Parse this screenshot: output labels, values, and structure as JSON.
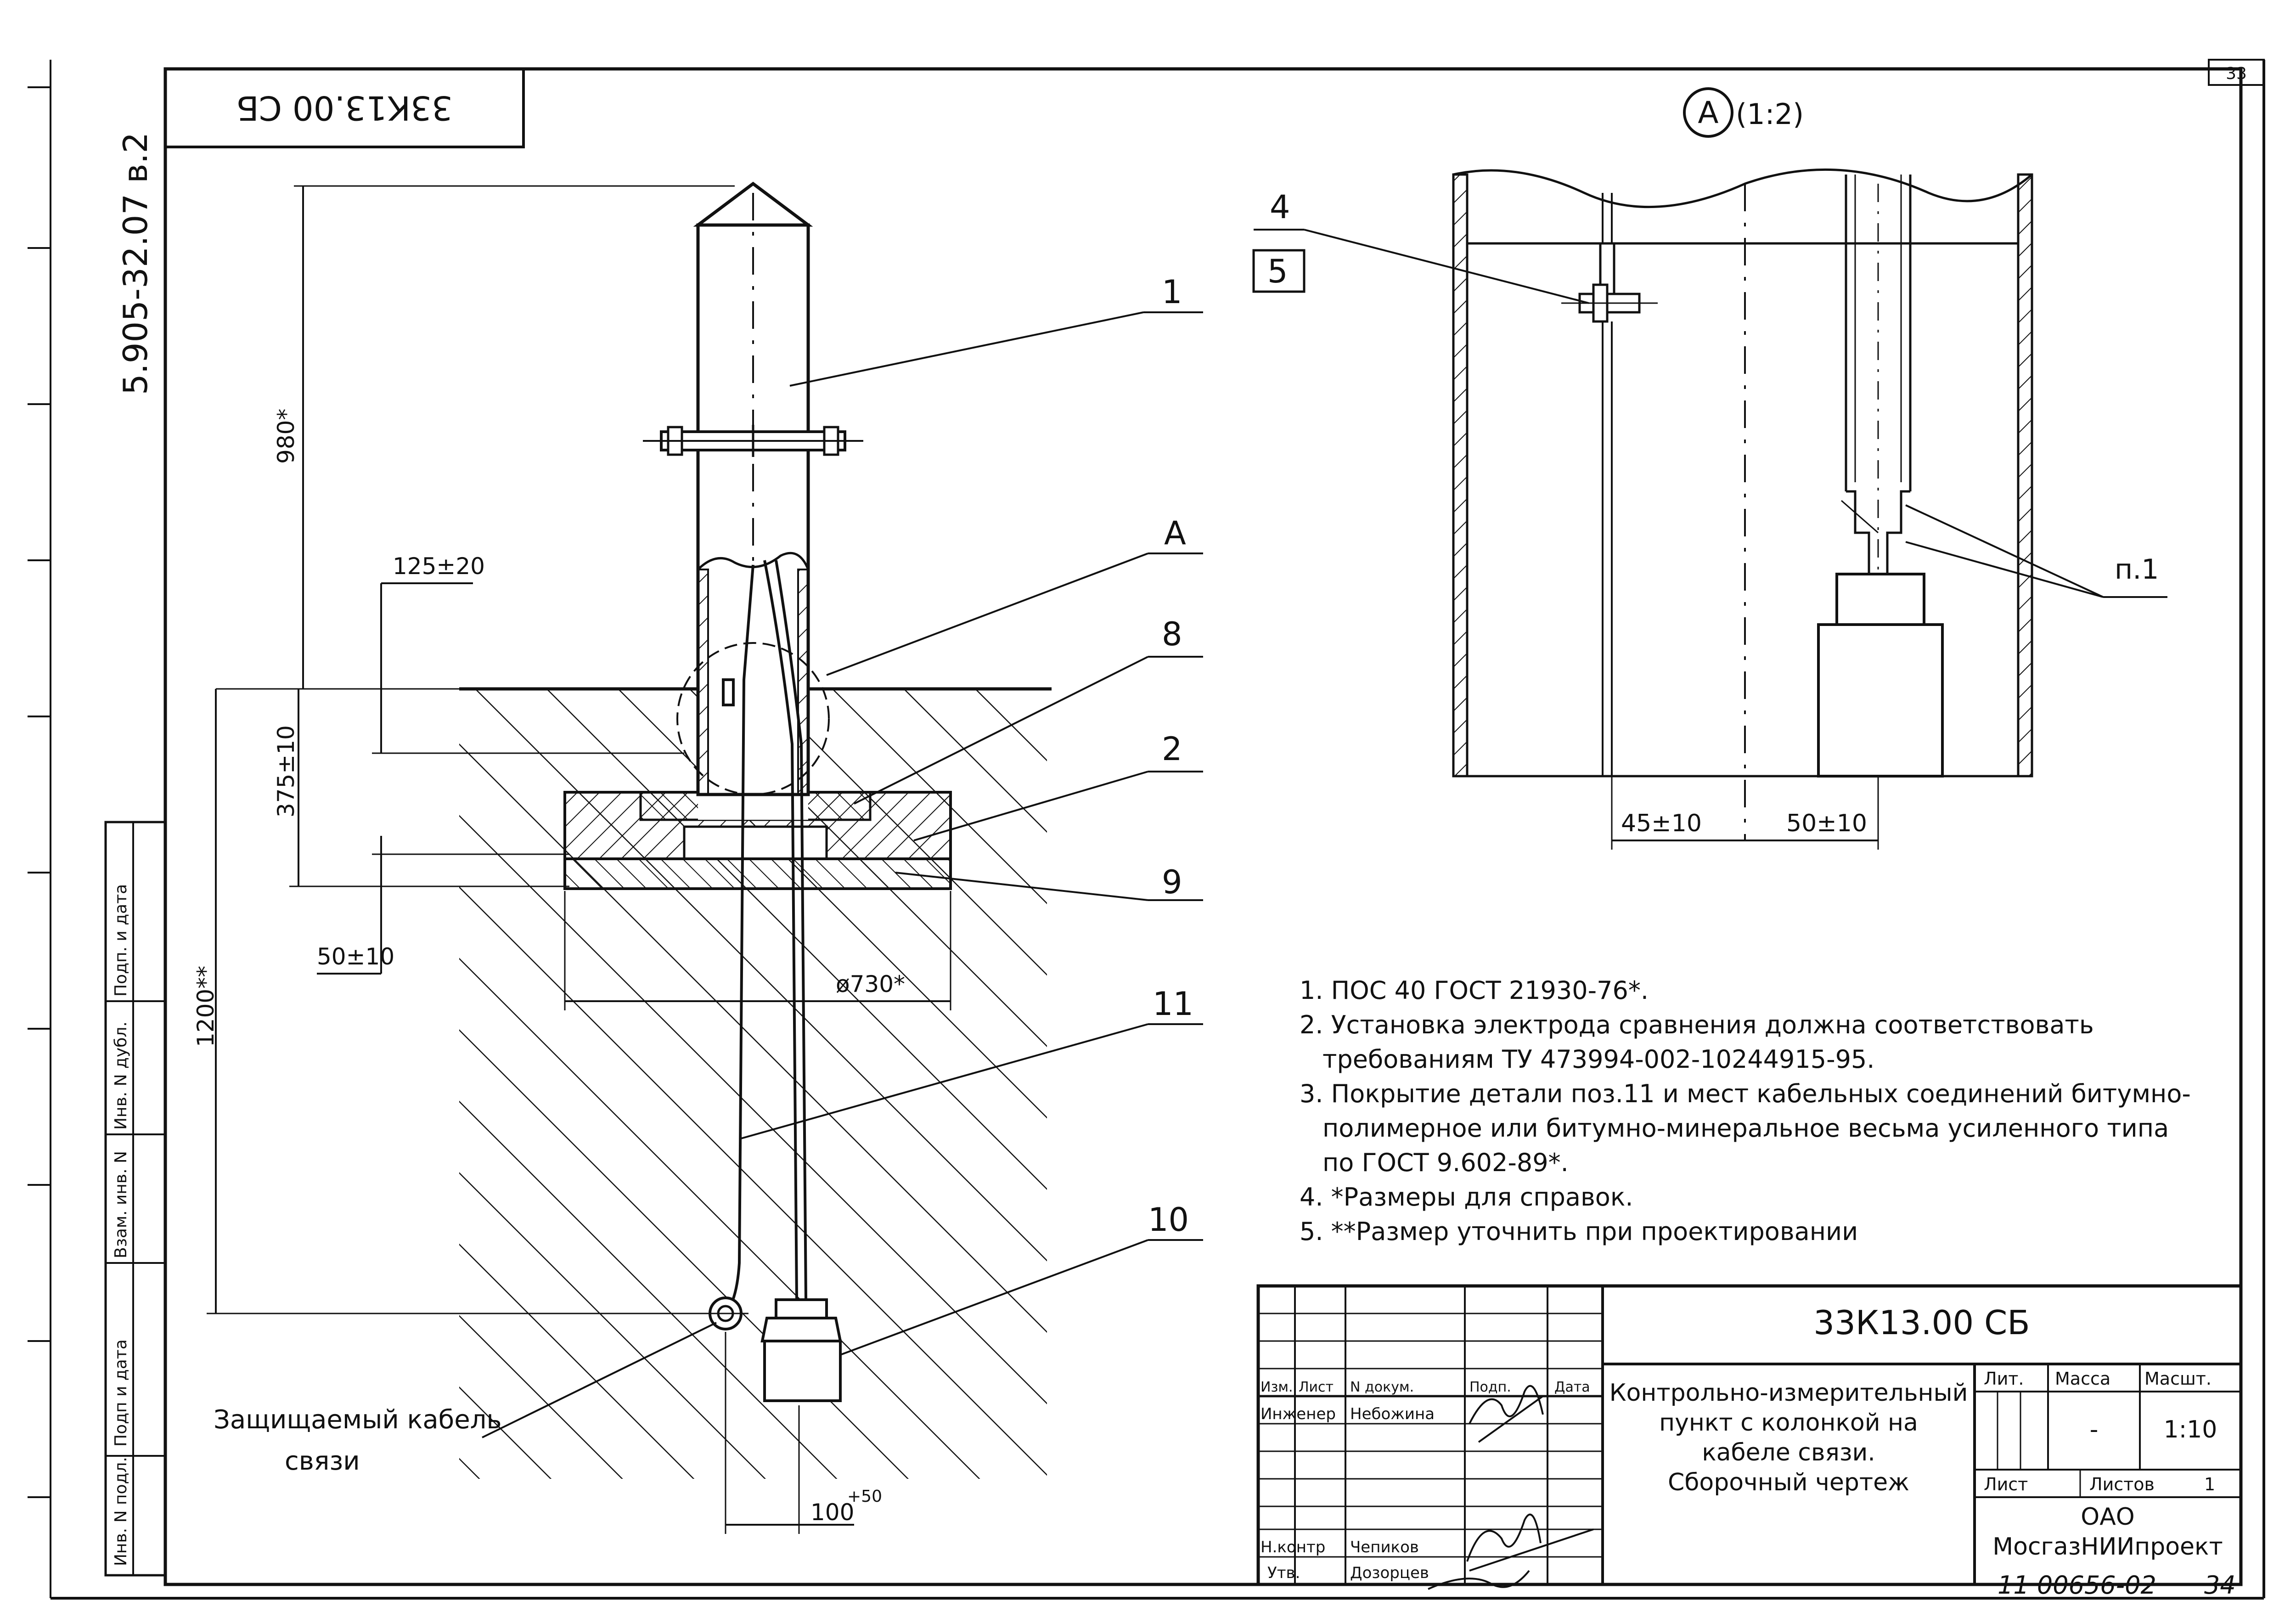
{
  "sheet": {
    "page_number": "33",
    "doc_code_rotated": "33К13.00 СБ",
    "album_code": "5.905-32.07 в.2",
    "footer_code": "11 00656-02",
    "footer_page": "34"
  },
  "side_stamp": {
    "labels": [
      "Инв. N подл.",
      "Подп и дата",
      "Взам. инв. N",
      "Инв. N дубл.",
      "Подп. и дата"
    ]
  },
  "main_view": {
    "dims": {
      "d980": "980*",
      "d125": "125±20",
      "d375": "375±10",
      "d50": "50±10",
      "d1200": "1200**",
      "d730": "ø730*",
      "d100": "100",
      "d100_tol": "+50"
    },
    "callouts": [
      "1",
      "A",
      "8",
      "2",
      "9",
      "11",
      "10"
    ],
    "cable_label_1": "Защищаемый кабель",
    "cable_label_2": "связи"
  },
  "detail_view": {
    "label": "A",
    "scale": "(1:2)",
    "callouts": [
      "4",
      "5",
      "п.1"
    ],
    "dims": {
      "d45": "45±10",
      "d50": "50±10"
    }
  },
  "notes": [
    "1. ПОС 40 ГОСТ 21930-76*.",
    "2. Установка электрода сравнения должна соответствовать",
    "требованиям ТУ 473994-002-10244915-95.",
    "3. Покрытие детали поз.11 и мест кабельных соединений битумно-",
    "полимерное или битумно-минеральное весьма усиленного типа",
    "по ГОСТ 9.602-89*.",
    "4. *Размеры для справок.",
    "5. **Размер уточнить при проектировании"
  ],
  "title_block": {
    "designation": "33К13.00 СБ",
    "title_lines": [
      "Контрольно-измерительный",
      "пункт с колонкой на",
      "кабеле связи.",
      "Сборочный чертеж"
    ],
    "headers": {
      "izm": "Изм.",
      "list": "Лист",
      "doc": "N докум.",
      "sign": "Подп.",
      "date": "Дата"
    },
    "rows": [
      {
        "role": "Инженер",
        "name": "Небожина"
      },
      {
        "role": "Н.контр",
        "name": "Чепиков"
      },
      {
        "role": "Утв.",
        "name": "Дозорцев"
      }
    ],
    "lit_label": "Лит.",
    "mass_label": "Масса",
    "scale_label": "Масшт.",
    "mass_value": "-",
    "scale_value": "1:10",
    "sheet_label": "Лист",
    "sheets_label": "Листов",
    "sheets_value": "1",
    "org_line1": "ОАО",
    "org_line2": "МосгазНИИпроект"
  }
}
